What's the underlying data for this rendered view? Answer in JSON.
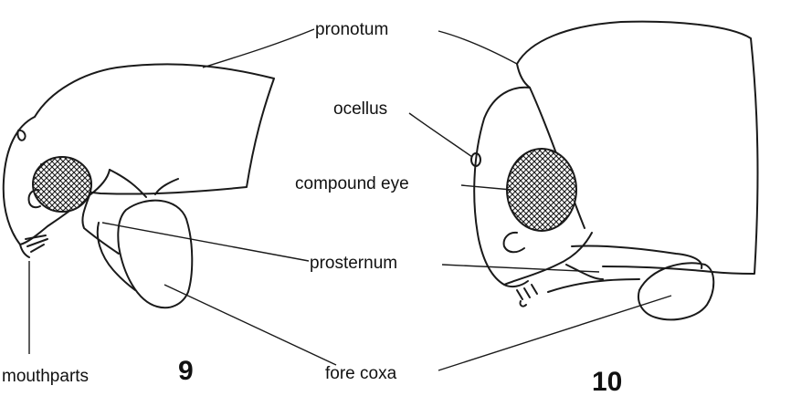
{
  "labels": {
    "pronotum": "pronotum",
    "ocellus": "ocellus",
    "compound_eye": "compound eye",
    "prosternum": "prosternum",
    "mouthparts": "mouthparts",
    "fore_coxa": "fore coxa"
  },
  "figure_numbers": {
    "left": "9",
    "right": "10"
  }
}
